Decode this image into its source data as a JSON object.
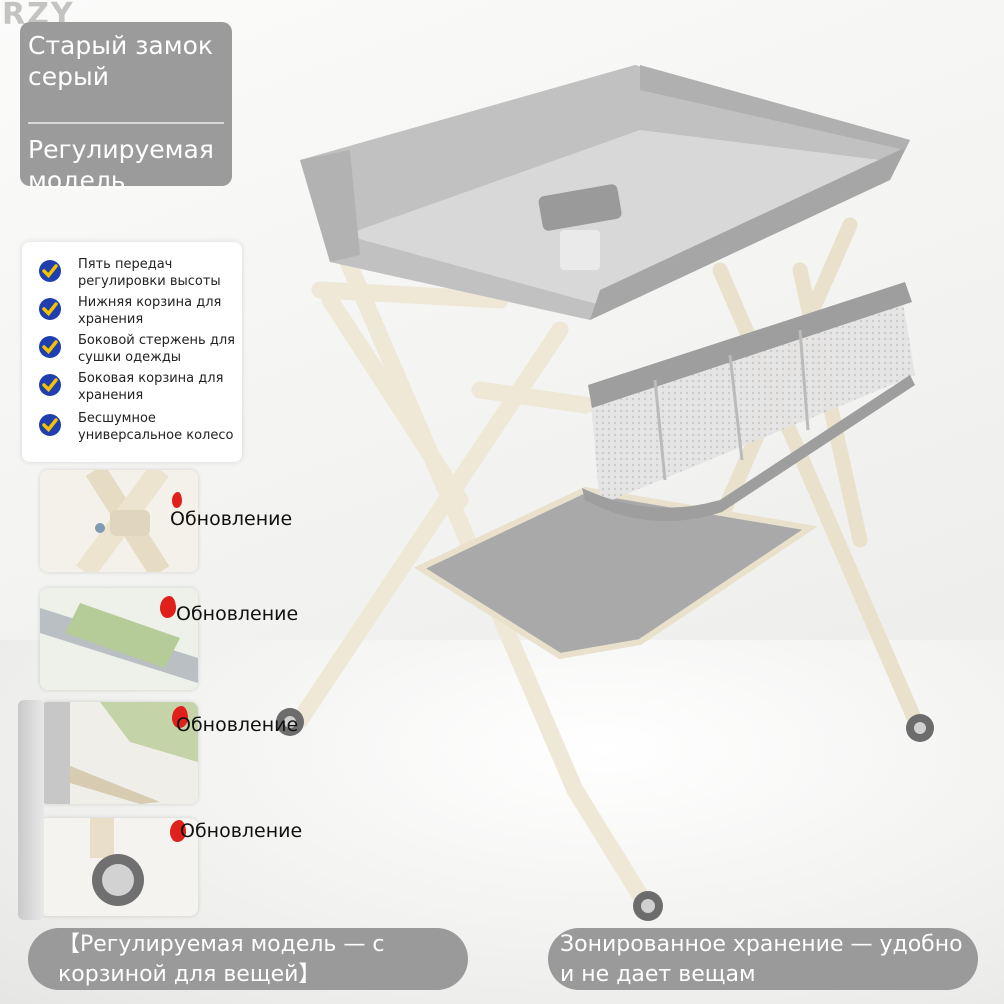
{
  "watermark": "RZY",
  "header": {
    "line1": "Старый замок серый",
    "line2": "Регулируемая модель"
  },
  "features": [
    {
      "icon": "check-circle-icon",
      "label": "Пять передач регулировки высоты"
    },
    {
      "icon": "check-circle-icon",
      "label": "Нижняя корзина для хранения"
    },
    {
      "icon": "check-circle-icon",
      "label": "Боковой стержень для сушки одежды"
    },
    {
      "icon": "check-circle-icon",
      "label": "Боковая корзина для хранения"
    },
    {
      "icon": "check-circle-icon",
      "label": "Бесшумное универсальное колесо"
    }
  ],
  "updates": [
    {
      "label": "Обновление"
    },
    {
      "label": "Обновление"
    },
    {
      "label": "Обновление"
    },
    {
      "label": "Обновление"
    }
  ],
  "footer": {
    "left": "【Регулируемая модель — с корзиной для вещей】",
    "right": "Зонированное хранение — удобно и не дает вещам"
  },
  "colors": {
    "accent_gray": "#9a9a9a",
    "check_blue": "#1f3fae",
    "check_yellow": "#f3c200",
    "update_red": "#e0201a",
    "frame_cream": "#efe8d6",
    "tray_gray": "#b9b9b9"
  }
}
